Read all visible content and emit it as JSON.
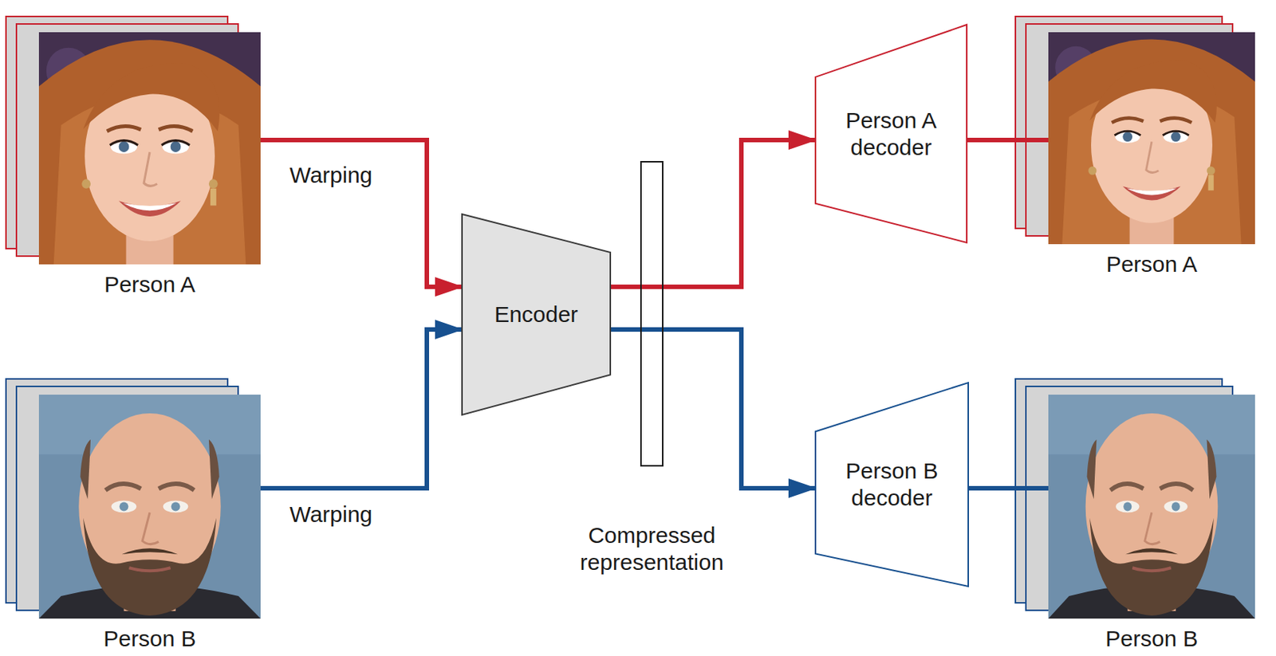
{
  "diagram": {
    "nodes": [
      {
        "text": [
          "Person A"
        ]
      },
      {
        "text": [
          "Person B"
        ]
      },
      {
        "text": [
          "Encoder"
        ]
      },
      {
        "text": [
          "Compressed representation"
        ]
      },
      {
        "text": [
          "Person A decoder"
        ]
      },
      {
        "text": [
          "Person B decoder"
        ]
      },
      {
        "text": [
          "Person A"
        ]
      },
      {
        "text": [
          "Person B"
        ]
      }
    ],
    "edges": [
      {
        "from": 0,
        "to": 2,
        "arrow": "to",
        "label": "Warping"
      },
      {
        "from": 1,
        "to": 2,
        "arrow": "to",
        "label": "Warping"
      },
      {
        "from": 2,
        "to": 4,
        "arrow": "to"
      },
      {
        "from": 2,
        "to": 5,
        "arrow": "to"
      },
      {
        "from": 4,
        "to": 6,
        "arrow": "none"
      },
      {
        "from": 5,
        "to": 7,
        "arrow": "none"
      }
    ]
  }
}
